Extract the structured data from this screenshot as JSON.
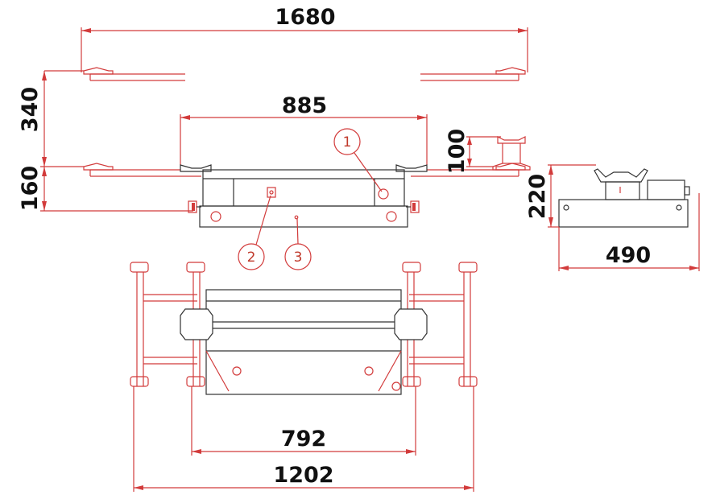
{
  "dimensions": {
    "d1680": "1680",
    "d340": "340",
    "d885": "885",
    "d100": "100",
    "d160": "160",
    "d220": "220",
    "d490": "490",
    "d792": "792",
    "d1202": "1202"
  },
  "callouts": {
    "c1": "1",
    "c2": "2",
    "c3": "3"
  },
  "colors": {
    "dimension_line": "#d23b3b",
    "part_outline": "#333333",
    "dimension_text": "#111111"
  }
}
